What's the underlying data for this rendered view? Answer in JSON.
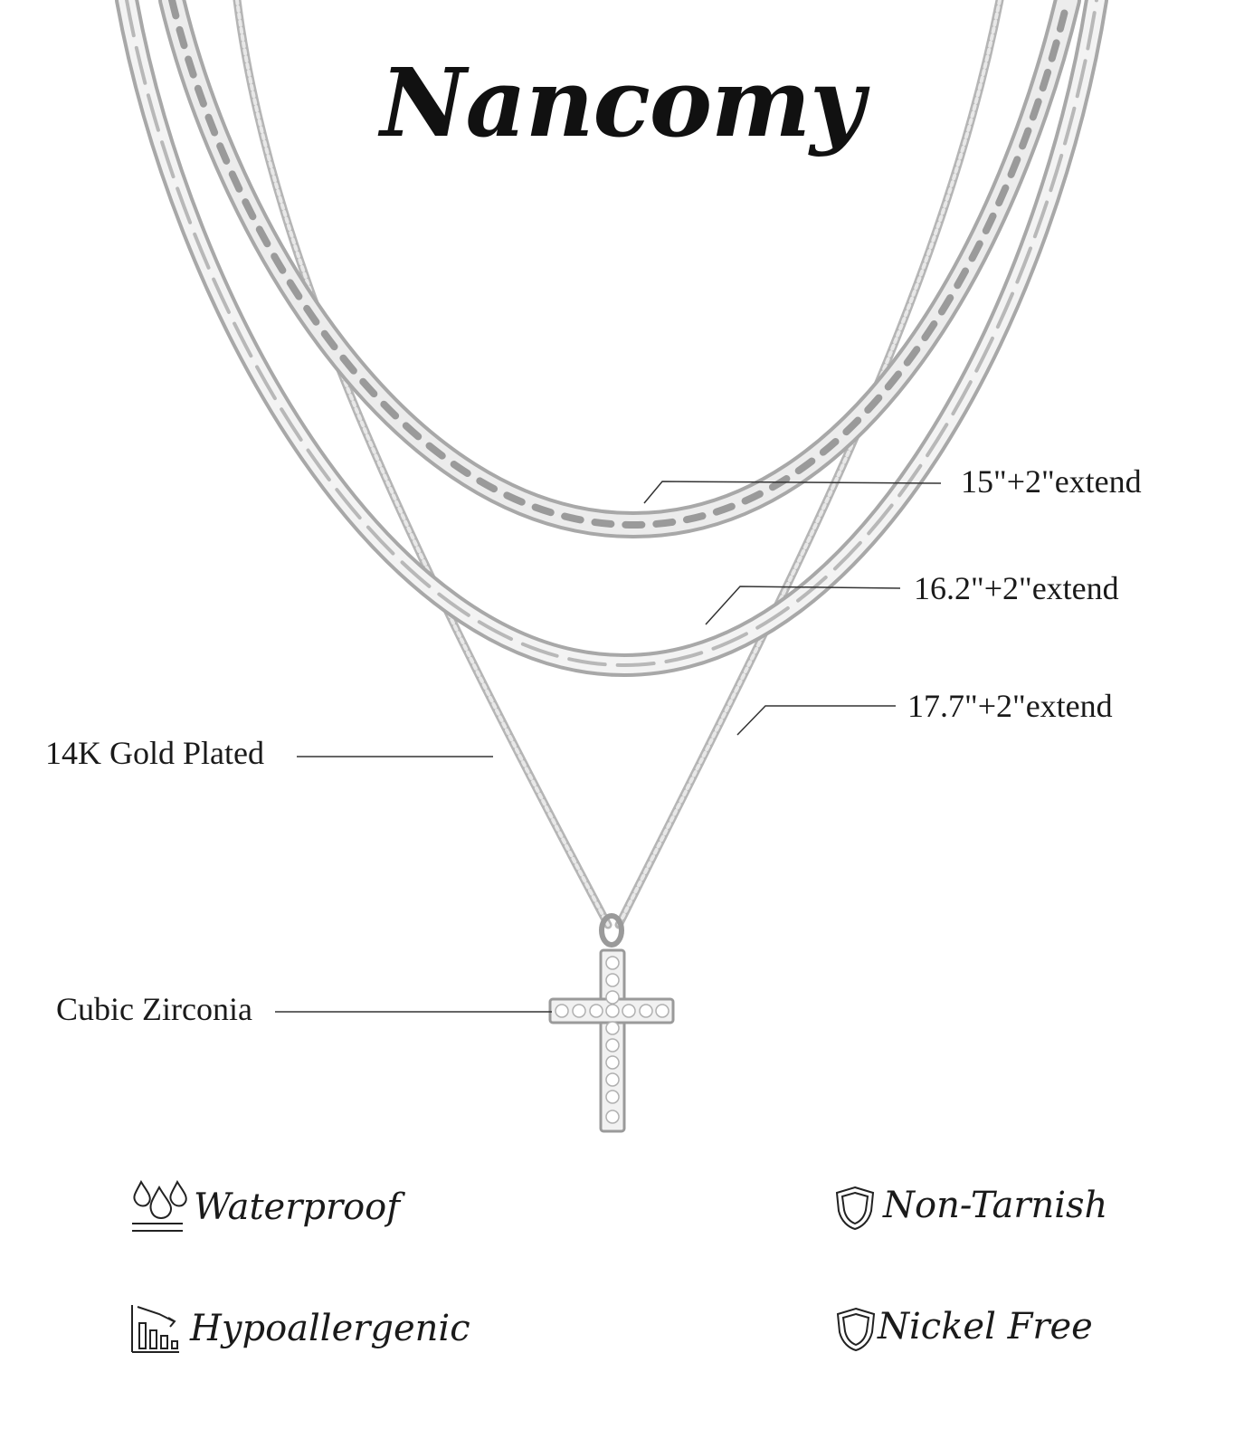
{
  "brand": {
    "name": "Nancomy"
  },
  "callouts": {
    "length_1": "15\"+2\"extend",
    "length_2": "16.2\"+2\"extend",
    "length_3": "17.7\"+2\"extend",
    "plating": "14K Gold Plated",
    "stones": "Cubic Zirconia"
  },
  "features": {
    "waterproof": "Waterproof",
    "non_tarnish": "Non-Tarnish",
    "hypoallergenic": "Hypoallergenic",
    "nickel_free": "Nickel Free"
  },
  "colors": {
    "silver": "#c9c9c9",
    "silver_edge": "#9a9a9a",
    "text": "#1a1a1a"
  }
}
